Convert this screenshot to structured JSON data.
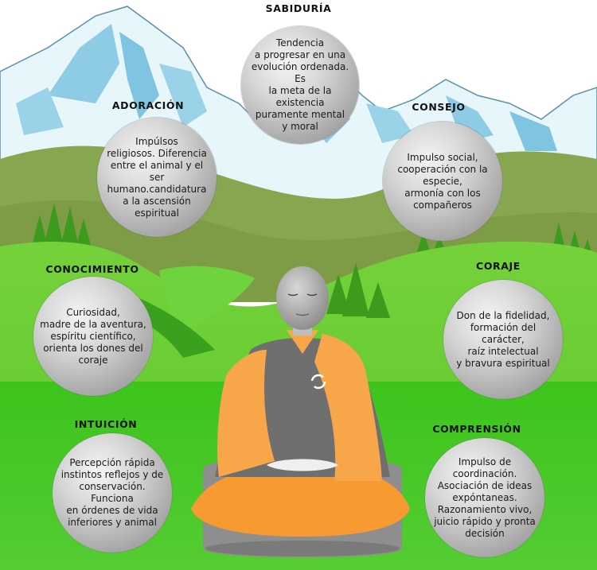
{
  "virtues": [
    {
      "key": "sabiduria",
      "title": "SABIDURÍA",
      "text": "Tendencia\na progresar en una\nevolución ordenada. Es\nla meta de la existencia\npuramente mental\ny moral"
    },
    {
      "key": "adoracion",
      "title": "ADORACIÓN",
      "text": "Impúlsos\nreligiosos. Diferencia\nentre el animal y el ser\nhumano.candidatura\na la ascensión\nespiritual"
    },
    {
      "key": "consejo",
      "title": "CONSEJO",
      "text": "Impulso social,\ncooperación con la\nespecie,\narmonía con los\ncompañeros"
    },
    {
      "key": "conocimiento",
      "title": "CONOCIMIENTO",
      "text": "Curiosidad,\nmadre de la aventura,\nespíritu científico,\norienta los dones del\ncoraje"
    },
    {
      "key": "coraje",
      "title": "CORAJE",
      "text": "Don de la fidelidad,\nformación del carácter,\nraíz intelectual\ny bravura espiritual"
    },
    {
      "key": "intuicion",
      "title": "INTUICIÓN",
      "text": "Percepción rápida\ninstintos reflejos y de\nconservación. Funciona\nen órdenes de vida\ninferiores y animal"
    },
    {
      "key": "comprension",
      "title": "COMPRENSIÓN",
      "text": "Impulso de\ncoordinación.\nAsociación de ideas\nexpóntaneas.\nRazonamiento vivo,\njuicio rápido y pronta\ndecisión"
    }
  ],
  "colors": {
    "sky": "#ffffff",
    "mountain_snow": "#e6f6fb",
    "mountain_blue": "#7fc4e0",
    "hills_olive": "#7ea146",
    "grass_light": "#66cc33",
    "grass_bright": "#44cc22",
    "robe_orange": "#f7a64a",
    "robe_gray": "#7a7a7a"
  },
  "illustration": {
    "figure": "meditating-monk",
    "background": "snowy-mountains-and-green-hills"
  }
}
